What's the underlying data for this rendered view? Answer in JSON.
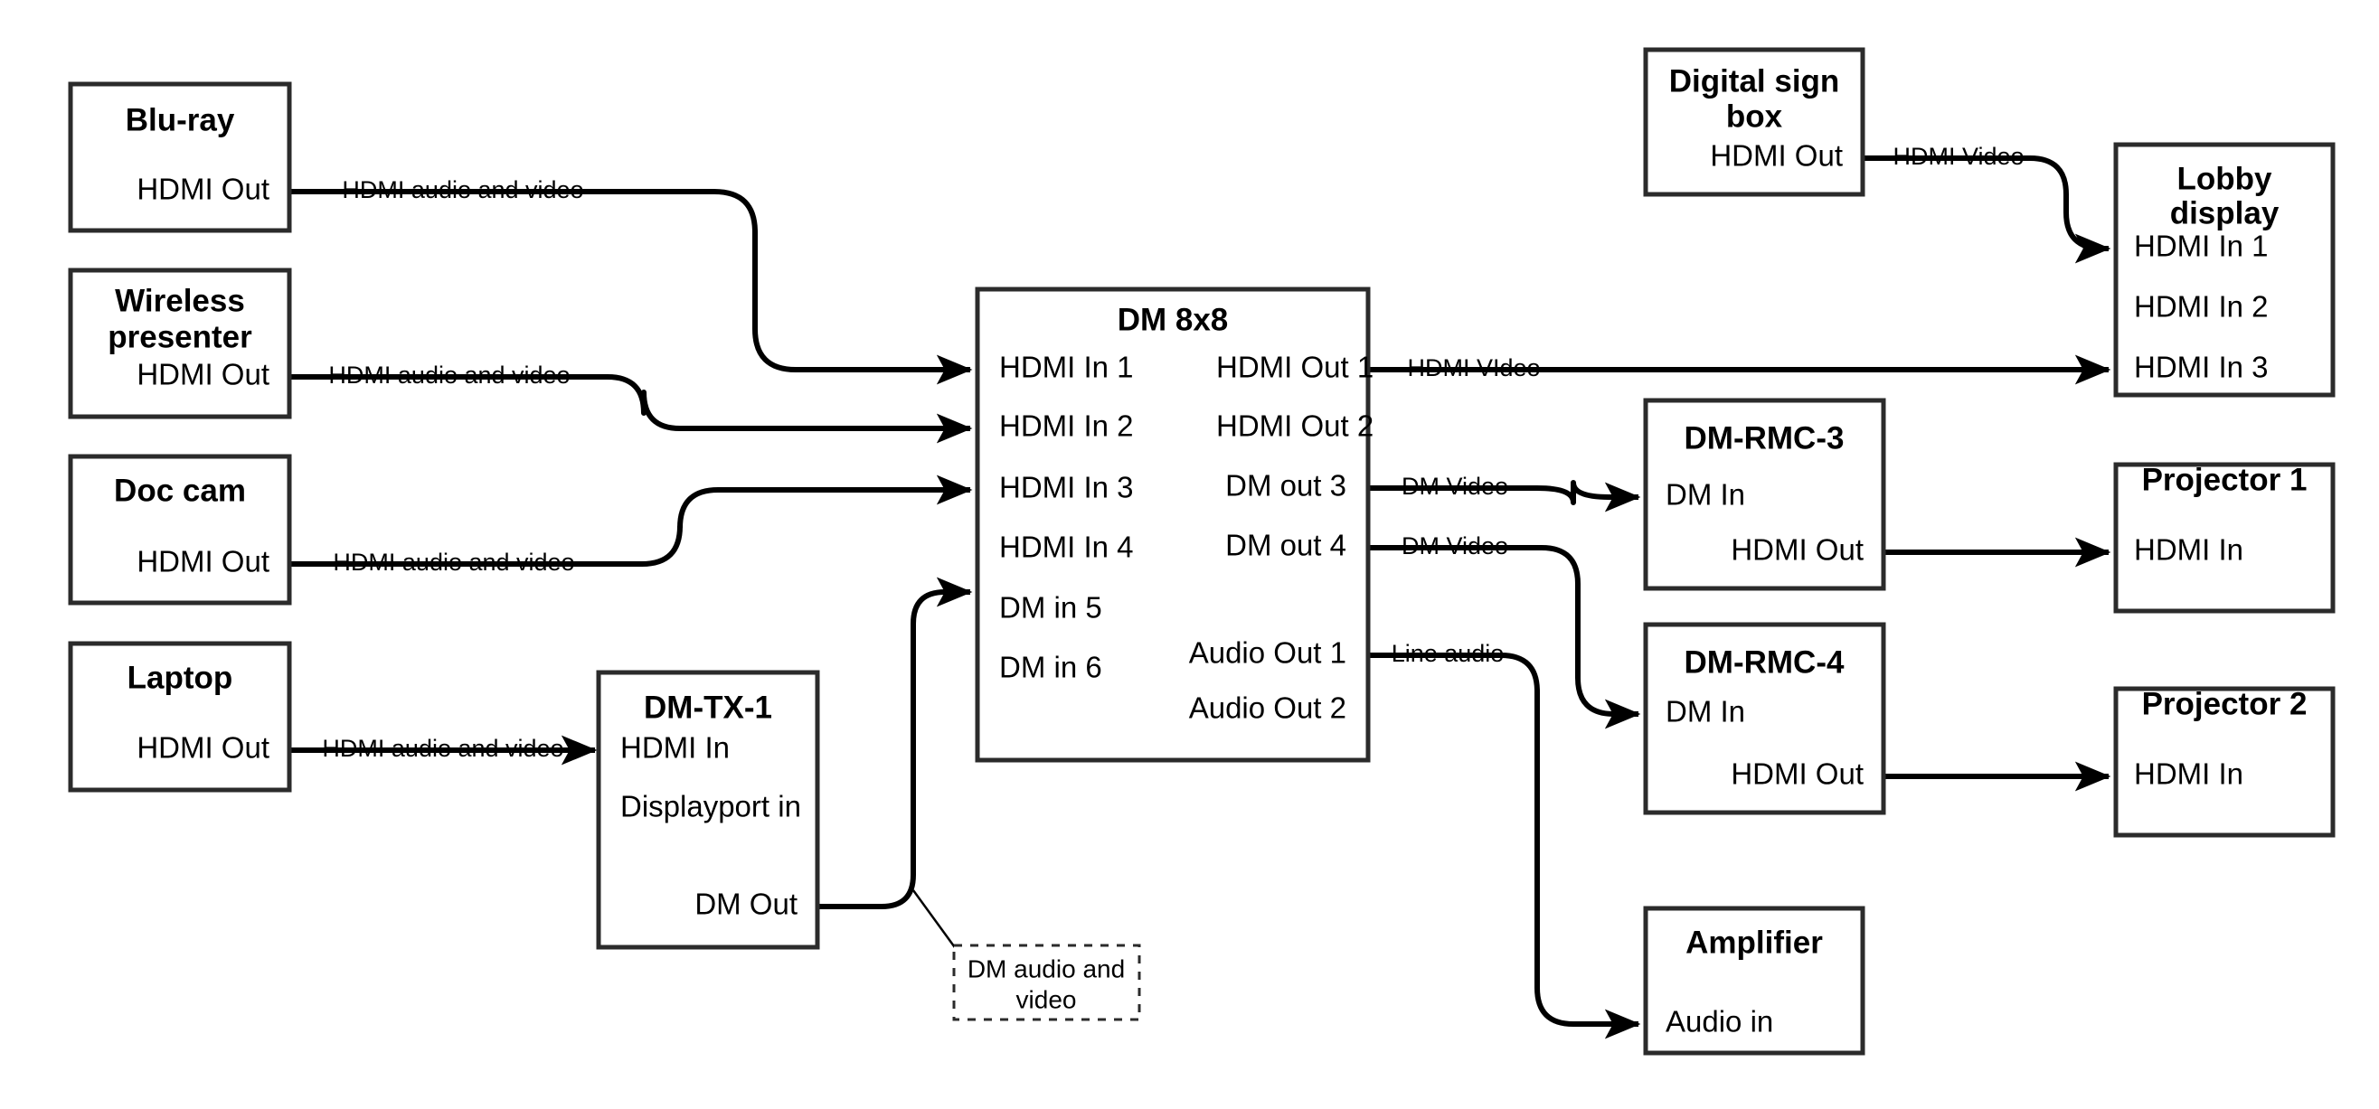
{
  "diagram": {
    "title": "AV signal flow diagram",
    "stroke_color": "#2b2b2b",
    "line_color": "#000000",
    "background": "#ffffff"
  },
  "nodes": {
    "bluray": {
      "title": "Blu-ray",
      "ports": [
        "HDMI Out"
      ]
    },
    "wireless": {
      "title": "Wireless presenter",
      "ports": [
        "HDMI Out"
      ]
    },
    "doccam": {
      "title": "Doc cam",
      "ports": [
        "HDMI Out"
      ]
    },
    "laptop": {
      "title": "Laptop",
      "ports": [
        "HDMI Out"
      ]
    },
    "dmtx1": {
      "title": "DM-TX-1",
      "ports": [
        "HDMI In",
        "Displayport in",
        "DM Out"
      ]
    },
    "dm8x8": {
      "title": "DM 8x8",
      "inputs": [
        "HDMI In 1",
        "HDMI In 2",
        "HDMI In 3",
        "HDMI In 4",
        "DM in 5",
        "DM in 6"
      ],
      "outputs": [
        "HDMI Out 1",
        "HDMI Out 2",
        "DM out 3",
        "DM out 4",
        "Audio Out 1",
        "Audio Out 2"
      ]
    },
    "signbox": {
      "title": "Digital sign box",
      "title_line1": "Digital sign",
      "title_line2": "box",
      "ports": [
        "HDMI Out"
      ]
    },
    "lobby": {
      "title": "Lobby display",
      "title_line1": "Lobby",
      "title_line2": "display",
      "ports": [
        "HDMI In 1",
        "HDMI In 2",
        "HDMI In 3"
      ]
    },
    "rmc3": {
      "title": "DM-RMC-3",
      "ports": [
        "DM In",
        "HDMI Out"
      ]
    },
    "rmc4": {
      "title": "DM-RMC-4",
      "ports": [
        "DM In",
        "HDMI Out"
      ]
    },
    "projector1": {
      "title": "Projector 1",
      "ports": [
        "HDMI In"
      ]
    },
    "projector2": {
      "title": "Projector 2",
      "ports": [
        "HDMI In"
      ]
    },
    "amplifier": {
      "title": "Amplifier",
      "ports": [
        "Audio in"
      ]
    }
  },
  "edges": {
    "bluray_to_dm": "HDMI audio and video",
    "wireless_to_dm": "HDMI audio and video",
    "doccam_to_dm": "HDMI audio and video",
    "laptop_to_tx": "HDMI audio and video",
    "dm_out1_to_lobby": "HDMI VIdeo",
    "dm_out3_to_rmc3": "DM Video",
    "dm_out4_to_rmc4": "DM Video",
    "dm_audio_to_amp": "Line audio",
    "sign_to_lobby": "HDMI Video"
  },
  "callout": {
    "line1": "DM audio and",
    "line2": "video"
  }
}
